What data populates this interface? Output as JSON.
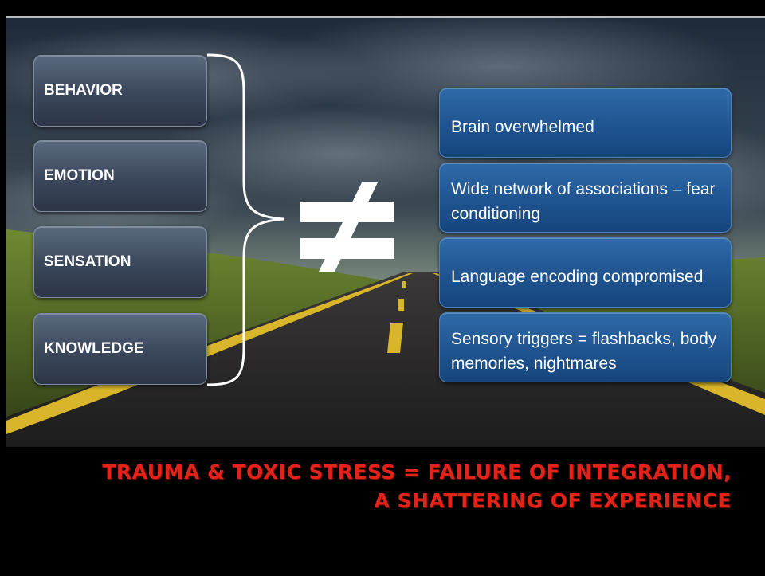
{
  "slide": {
    "left_boxes": [
      {
        "label": "BEHAVIOR"
      },
      {
        "label": "EMOTION"
      },
      {
        "label": "SENSATION"
      },
      {
        "label": "KNOWLEDGE"
      }
    ],
    "operator_symbol": "≠",
    "right_boxes": [
      {
        "text": "Brain overwhelmed"
      },
      {
        "text": "Wide network of associations – fear conditioning"
      },
      {
        "text": "Language encoding compromised"
      },
      {
        "text": "Sensory triggers = flashbacks, body memories, nightmares"
      }
    ],
    "footer": {
      "line1": "TRAUMA  & TOXIC STRESS = FAILURE OF INTEGRATION,",
      "line2": "A SHATTERING OF EXPERIENCE"
    },
    "colors": {
      "left_box": "#3a465a",
      "right_box": "#1f5490",
      "footer_text": "#e2231a",
      "road_line": "#d8b52a"
    }
  }
}
